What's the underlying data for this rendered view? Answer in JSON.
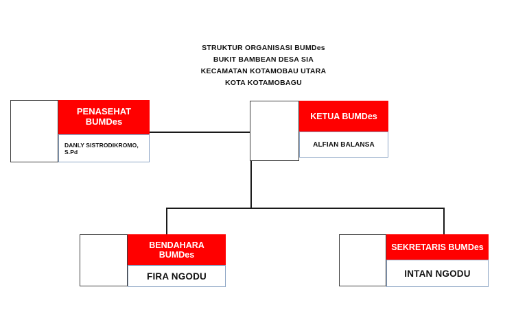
{
  "title": {
    "lines": [
      "STRUKTUR ORGANISASI BUMDes",
      "BUKIT BAMBEAN DESA SIA",
      "KECAMATAN KOTAMOBAU UTARA",
      "KOTA KOTAMOBAGU"
    ]
  },
  "colors": {
    "header_fill": "#ff0000",
    "header_text": "#ffffff",
    "name_text": "#111111",
    "name_border": "#8ba4c4",
    "photo_border": "#3a3a3a",
    "connector": "#1a1a1a",
    "background": "#ffffff"
  },
  "nodes": [
    {
      "id": "penasehat",
      "role": "PENASEHAT BUMDes",
      "role_line1": "PENASEHAT",
      "role_line2": "BUMDes",
      "name": "DANLY SISTRODIKROMO, S.Pd"
    },
    {
      "id": "ketua",
      "role": "KETUA BUMDes",
      "role_line1": "KETUA BUMDes",
      "role_line2": "",
      "name": "ALFIAN BALANSA"
    },
    {
      "id": "bendahara",
      "role": "BENDAHARA BUMDes",
      "role_line1": "BENDAHARA",
      "role_line2": "BUMDes",
      "name": "FIRA NGODU"
    },
    {
      "id": "sekretaris",
      "role": "SEKRETARIS BUMDes",
      "role_line1": "SEKRETARIS BUMDes",
      "role_line2": "",
      "name": "INTAN NGODU"
    }
  ]
}
